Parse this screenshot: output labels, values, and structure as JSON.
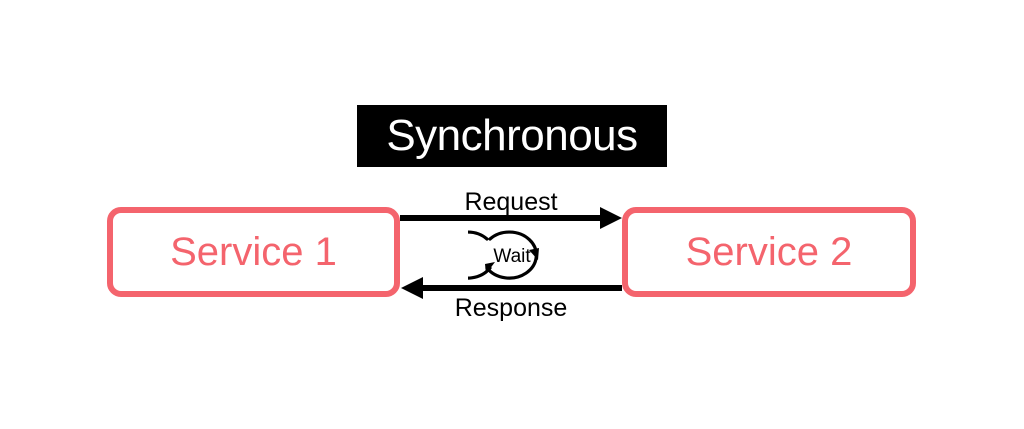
{
  "diagram": {
    "title": "Synchronous",
    "background_color": "#ffffff",
    "title_background_color": "#000000",
    "title_text_color": "#ffffff",
    "accent_color": "#F4646D",
    "arrow_color": "#000000",
    "nodes": [
      {
        "id": "service-1",
        "label": "Service 1"
      },
      {
        "id": "service-2",
        "label": "Service 2"
      }
    ],
    "edges": [
      {
        "id": "request",
        "label": "Request",
        "direction": "right",
        "from": "service-1",
        "to": "service-2"
      },
      {
        "id": "response",
        "label": "Response",
        "direction": "left",
        "from": "service-2",
        "to": "service-1"
      }
    ],
    "annotation": {
      "id": "wait",
      "label": "Wait",
      "icon": "circular-loop-arrow-icon"
    }
  }
}
